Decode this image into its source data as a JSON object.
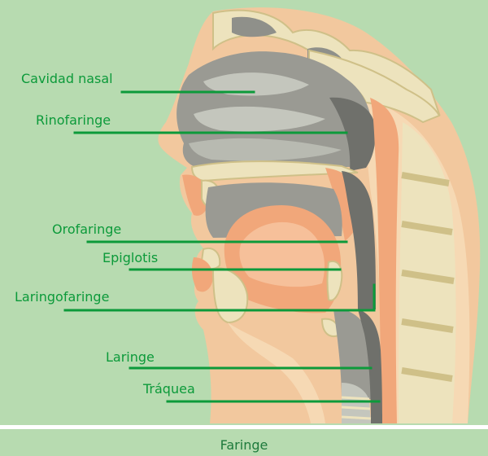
{
  "colors": {
    "background": "#b7dbb0",
    "label_green": "#0c9a3a",
    "skin": "#f2c89e",
    "flesh": "#f1a77a",
    "bone": "#ede3bd",
    "bone_dark": "#cfc088",
    "cavity_gray": "#9a9a93",
    "cavity_dark": "#6f706b",
    "cavity_light": "#c4c6bd",
    "footer_text": "#1e7a3c"
  },
  "labels": [
    {
      "id": "cavidad-nasal",
      "text": "Cavidad nasal"
    },
    {
      "id": "rinofaringe",
      "text": "Rinofaringe"
    },
    {
      "id": "orofaringe",
      "text": "Orofaringe"
    },
    {
      "id": "epiglotis",
      "text": "Epiglotis"
    },
    {
      "id": "laringofaringe",
      "text": "Laringofaringe"
    },
    {
      "id": "laringe",
      "text": "Laringe"
    },
    {
      "id": "traquea",
      "text": "Tráquea"
    }
  ],
  "footer": {
    "title": "Faringe"
  }
}
